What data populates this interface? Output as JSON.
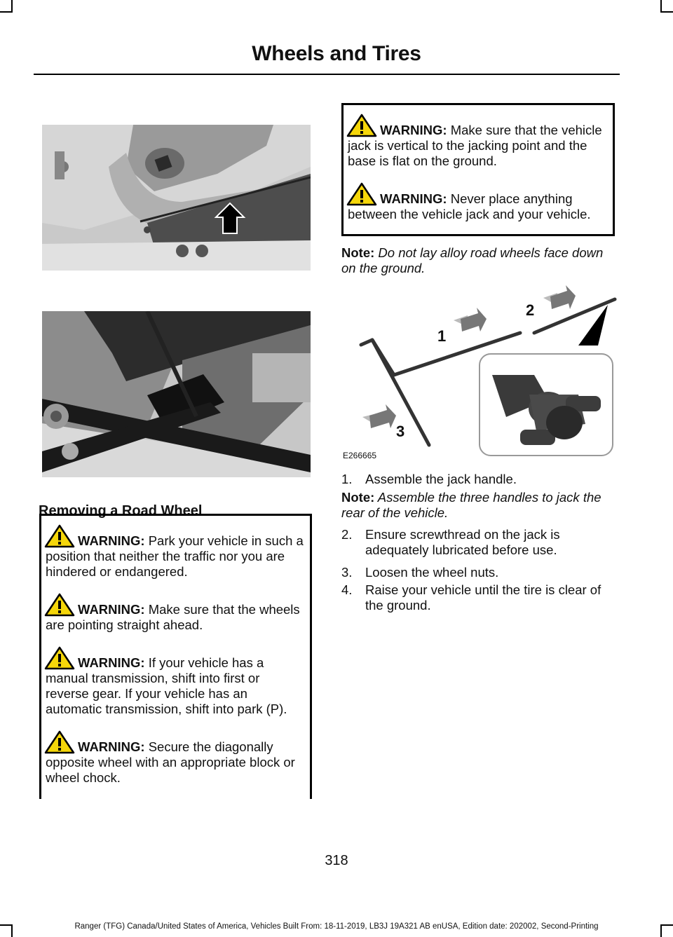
{
  "header": {
    "title": "Wheels and Tires"
  },
  "section": {
    "title": "Removing a Road Wheel"
  },
  "warnings_left": [
    {
      "label": "WARNING:",
      "text": " Park your vehicle in such a position that neither the traffic nor you are hindered or endangered."
    },
    {
      "label": "WARNING:",
      "text": " Make sure that the wheels are pointing straight ahead."
    },
    {
      "label": "WARNING:",
      "text": " If your vehicle has a manual transmission, shift into first or reverse gear. If your vehicle has an automatic transmission, shift into park (P)."
    },
    {
      "label": "WARNING:",
      "text": " Secure the diagonally opposite wheel with an appropriate block or wheel chock."
    }
  ],
  "warnings_right": [
    {
      "label": "WARNING:",
      "text": " Make sure that the vehicle jack is vertical to the jacking point and the base is flat on the ground."
    },
    {
      "label": "WARNING:",
      "text": " Never place anything between the vehicle jack and your vehicle."
    }
  ],
  "note1": {
    "label": "Note:",
    "text": " Do not lay alloy road wheels face down on the ground."
  },
  "figure": {
    "id": "E266665",
    "callouts": [
      "1",
      "2",
      "3"
    ]
  },
  "steps": [
    {
      "num": "1.",
      "text": "Assemble the jack handle."
    },
    {
      "num": "2.",
      "text": "Ensure screwthread on the jack is adequately lubricated before use."
    },
    {
      "num": "3.",
      "text": "Loosen the wheel nuts."
    },
    {
      "num": "4.",
      "text": "Raise your vehicle until the tire is clear of the ground."
    }
  ],
  "note2": {
    "label": "Note:",
    "text": " Assemble the three handles to jack the rear of the vehicle."
  },
  "page_number": "318",
  "footer": "Ranger (TFG) Canada/United States of America, Vehicles Built From: 18-11-2019, LB3J 19A321 AB enUSA, Edition date: 202002, Second-Printing",
  "colors": {
    "warning_yellow": "#f5d60a",
    "text": "#111111",
    "figure_gray": "#c8c8c8"
  }
}
